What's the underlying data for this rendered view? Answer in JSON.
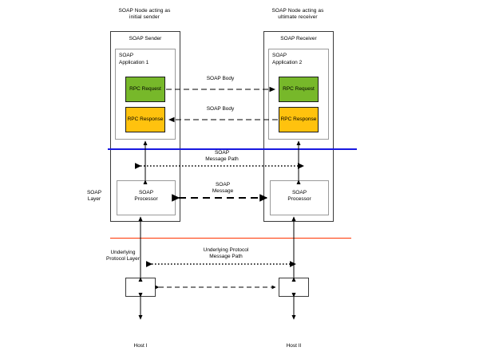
{
  "diagram": {
    "title_left": "SOAP Node acting as\ninitial sender",
    "title_right": "SOAP Node acting as\nultimate receiver",
    "left_node_label": "SOAP Sender",
    "right_node_label": "SOAP Receiver",
    "left_app_label": "SOAP\nApplication 1",
    "right_app_label": "SOAP\nApplication 2",
    "rpc_request_label": "RPC\nRequest",
    "rpc_response_label": "RPC\nResponse",
    "soap_body_top": "SOAP Body",
    "soap_body_bottom": "SOAP Body",
    "soap_message_path": "SOAP\nMessage Path",
    "soap_layer_label": "SOAP\nLayer",
    "soap_processor_label": "SOAP\nProcessor",
    "soap_message": "SOAP\nMessage",
    "underlying_protocol_layer": "Underlying\nProtocol Layer",
    "underlying_protocol_message_path": "Underlying Protocol\nMessage Path",
    "host_left": "Host I",
    "host_right": "Host II"
  },
  "colors": {
    "rpc_request_fill": "#77b82a",
    "rpc_response_fill": "#ffc20e",
    "soap_boundary_line": "#1818e0",
    "underlying_boundary_line": "#ff3300",
    "node_border": "#3a3a3a",
    "inner_border": "#9a9a9a",
    "arrow": "#000000"
  }
}
